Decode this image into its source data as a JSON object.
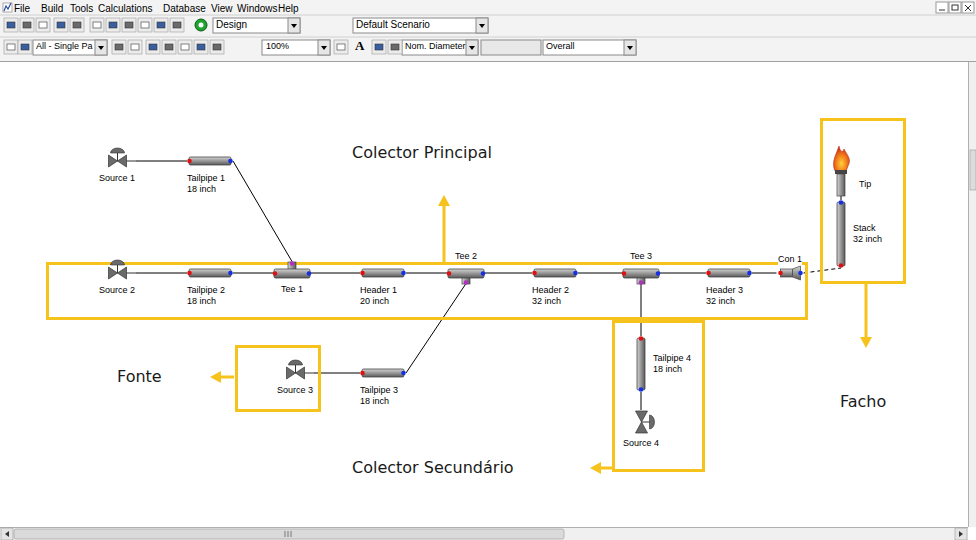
{
  "diagram": {
    "nodes": [
      {
        "text": [
          "Facho"
        ]
      },
      {
        "text": [
          "Tip"
        ],
        "in": 0
      },
      {
        "text": [
          "Stack",
          "32 inch"
        ],
        "in": 0
      },
      {
        "text": [
          "Source 1"
        ]
      },
      {
        "text": [
          "Tailpipe 1",
          "18 inch"
        ]
      },
      {
        "text": [
          "Colector Principal"
        ]
      },
      {
        "text": [
          "Source 2"
        ],
        "in": 5
      },
      {
        "text": [
          "Tailpipe 2",
          "18 inch"
        ],
        "in": 5
      },
      {
        "text": [
          "Tee 1"
        ],
        "in": 5
      },
      {
        "text": [
          "Header 1",
          "20 inch"
        ],
        "in": 5
      },
      {
        "text": [
          "Tee 2"
        ],
        "in": 5
      },
      {
        "text": [
          "Header 2",
          "32 inch"
        ],
        "in": 5
      },
      {
        "text": [
          "Tee 3"
        ],
        "in": 5
      },
      {
        "text": [
          "Header 3",
          "32 inch"
        ],
        "in": 5
      },
      {
        "text": [
          "Con 1"
        ],
        "in": 5
      },
      {
        "text": [
          "Colector Secundário"
        ]
      },
      {
        "text": [
          "Tailpipe 4",
          "18 inch"
        ],
        "in": 15
      },
      {
        "text": [
          "Source 4"
        ],
        "in": 15
      },
      {
        "text": [
          "Fonte"
        ]
      },
      {
        "text": [
          "Source 3"
        ],
        "in": 18
      },
      {
        "text": [
          "Tailpipe 3",
          "18 inch"
        ]
      }
    ],
    "edges": [
      {
        "from": 3,
        "to": 4,
        "arrow": "none"
      },
      {
        "from": 4,
        "to": 8,
        "arrow": "none"
      },
      {
        "from": 6,
        "to": 7,
        "arrow": "none"
      },
      {
        "from": 7,
        "to": 8,
        "arrow": "none"
      },
      {
        "from": 8,
        "to": 9,
        "arrow": "none"
      },
      {
        "from": 9,
        "to": 10,
        "arrow": "none"
      },
      {
        "from": 10,
        "to": 11,
        "arrow": "none"
      },
      {
        "from": 11,
        "to": 12,
        "arrow": "none"
      },
      {
        "from": 12,
        "to": 13,
        "arrow": "none"
      },
      {
        "from": 13,
        "to": 14,
        "arrow": "none"
      },
      {
        "from": 14,
        "to": 2,
        "arrow": "none"
      },
      {
        "from": 2,
        "to": 1,
        "arrow": "none"
      },
      {
        "from": 10,
        "to": 20,
        "arrow": "none"
      },
      {
        "from": 20,
        "to": 19,
        "arrow": "none"
      },
      {
        "from": 12,
        "to": 16,
        "arrow": "none"
      },
      {
        "from": 16,
        "to": 17,
        "arrow": "none"
      }
    ],
    "labels": [
      "File",
      "Build",
      "Tools",
      "Calculations",
      "Database",
      "View",
      "Windows",
      "Help",
      "Design",
      "Default Scenario",
      "All - Single Pa",
      "100%",
      "A",
      "Nom. Diameter",
      "Overall"
    ]
  }
}
